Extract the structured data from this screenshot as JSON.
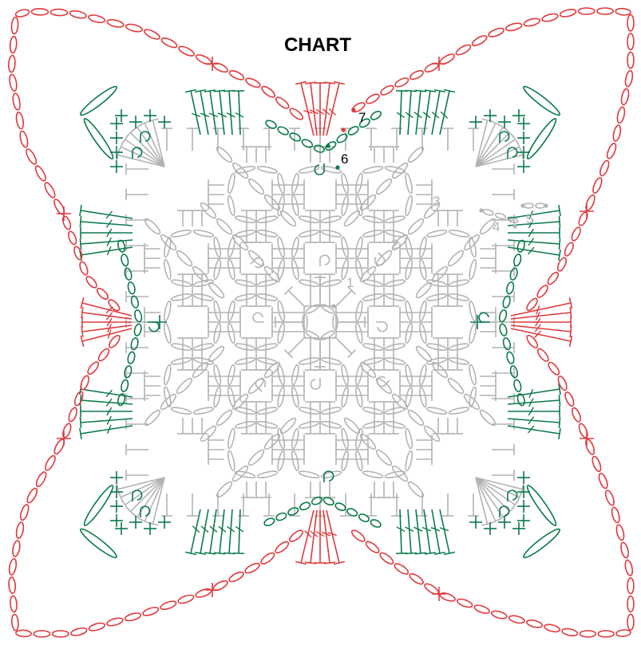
{
  "title": "CHART",
  "colors": {
    "background": "#ffffff",
    "base_rounds": "#b3b3b3",
    "green_round": "#0a7a4a",
    "red_round": "#e03a3e",
    "text": "#000000"
  },
  "round_labels": [
    {
      "text": "1",
      "color": "base_rounds"
    },
    {
      "text": "2",
      "color": "base_rounds"
    },
    {
      "text": "3",
      "color": "base_rounds"
    },
    {
      "text": "4",
      "color": "base_rounds"
    },
    {
      "text": "5",
      "color": "base_rounds"
    },
    {
      "text": "6",
      "color": "text"
    },
    {
      "text": "7",
      "color": "text"
    }
  ],
  "legend_icons": [
    "chain-stitch-oval",
    "single-crochet-cross",
    "double-crochet-t",
    "treble-crochet-t",
    "picot-loop"
  ]
}
